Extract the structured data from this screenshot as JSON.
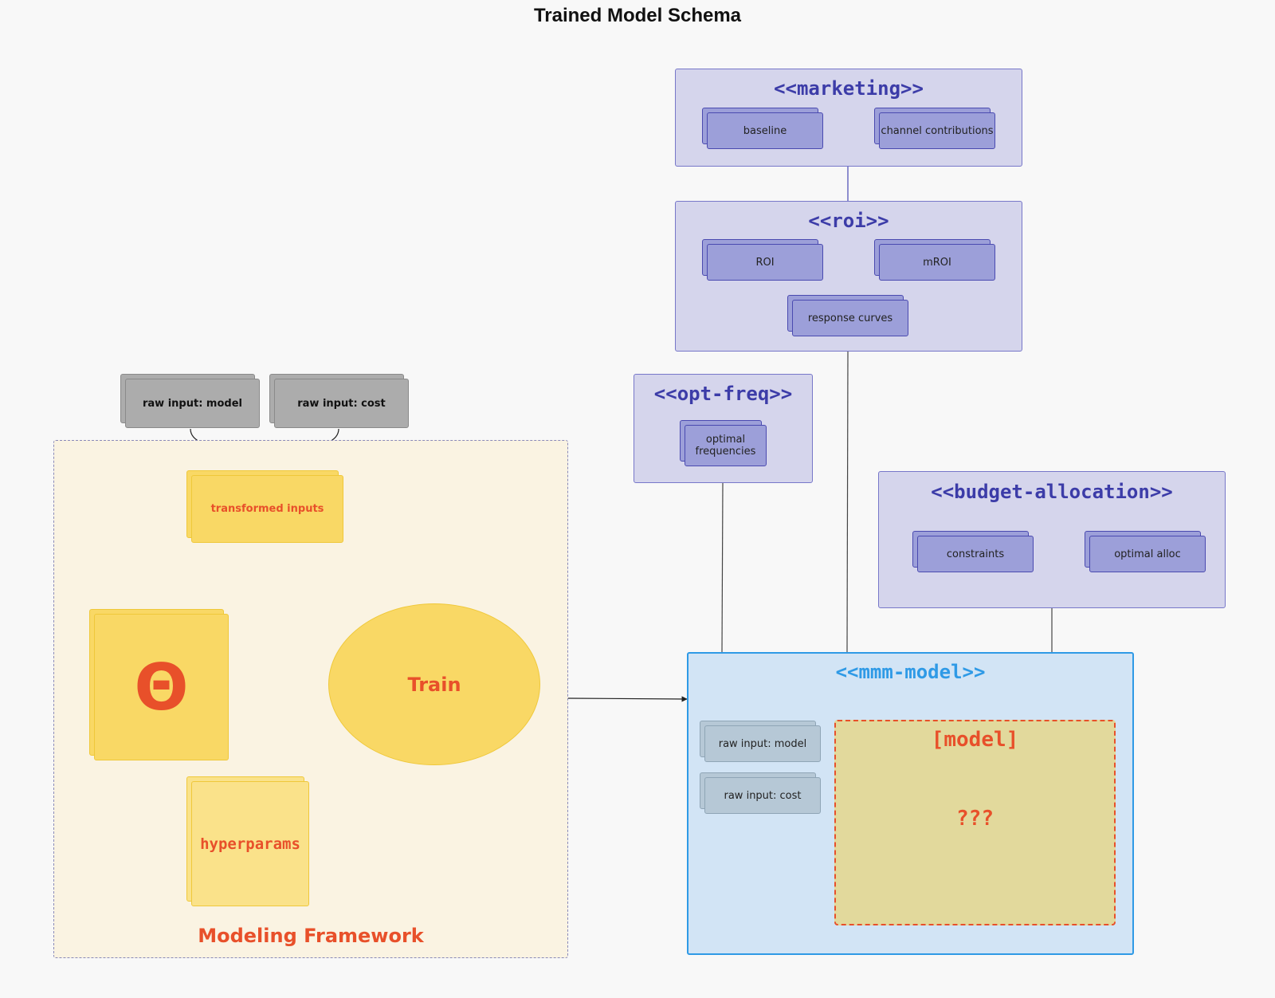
{
  "title": "Trained Model Schema",
  "groups": {
    "marketing": {
      "title": "<<marketing>>",
      "items": [
        "baseline",
        "channel contributions"
      ]
    },
    "roi": {
      "title": "<<roi>>",
      "items": [
        "ROI",
        "mROI",
        "response curves"
      ]
    },
    "opt_freq": {
      "title": "<<opt-freq>>",
      "items": [
        "optimal frequencies"
      ]
    },
    "budget_allocation": {
      "title": "<<budget-allocation>>",
      "items": [
        "constraints",
        "optimal alloc"
      ]
    },
    "mmm_model": {
      "title": "<<mmm-model>>",
      "inputs": [
        "raw input: model",
        "raw input: cost"
      ],
      "model_title": "[model]",
      "model_body": "???"
    }
  },
  "framework": {
    "label": "Modeling Framework",
    "raw_inputs": [
      "raw input: model",
      "raw input: cost"
    ],
    "transformed": "transformed inputs",
    "theta": "Θ",
    "hyperparams": "hyperparams",
    "train": "Train"
  },
  "colors": {
    "accent_red": "#e8502a",
    "purple_title": "#3c3ca8",
    "blue_border": "#2f9ae6",
    "yellow_fill": "#f9d865"
  }
}
